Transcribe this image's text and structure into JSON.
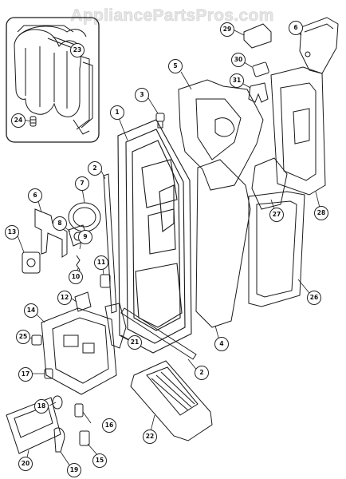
{
  "watermark": "AppliancePartsPros.com",
  "callouts": [
    {
      "id": "c1",
      "label": "1"
    },
    {
      "id": "c2a",
      "label": "2"
    },
    {
      "id": "c2b",
      "label": "2"
    },
    {
      "id": "c3",
      "label": "3"
    },
    {
      "id": "c4",
      "label": "4"
    },
    {
      "id": "c5",
      "label": "5"
    },
    {
      "id": "c6a",
      "label": "6"
    },
    {
      "id": "c6b",
      "label": "6"
    },
    {
      "id": "c7",
      "label": "7"
    },
    {
      "id": "c8",
      "label": "8"
    },
    {
      "id": "c9",
      "label": "9"
    },
    {
      "id": "c10",
      "label": "10"
    },
    {
      "id": "c11",
      "label": "11"
    },
    {
      "id": "c12",
      "label": "12"
    },
    {
      "id": "c13",
      "label": "13"
    },
    {
      "id": "c14",
      "label": "14"
    },
    {
      "id": "c15",
      "label": "15"
    },
    {
      "id": "c16",
      "label": "16"
    },
    {
      "id": "c17",
      "label": "17"
    },
    {
      "id": "c18",
      "label": "18"
    },
    {
      "id": "c19",
      "label": "19"
    },
    {
      "id": "c20",
      "label": "20"
    },
    {
      "id": "c21",
      "label": "21"
    },
    {
      "id": "c22",
      "label": "22"
    },
    {
      "id": "c23",
      "label": "23"
    },
    {
      "id": "c24",
      "label": "24"
    },
    {
      "id": "c25",
      "label": "25"
    },
    {
      "id": "c26",
      "label": "26"
    },
    {
      "id": "c27",
      "label": "27"
    },
    {
      "id": "c28",
      "label": "28"
    },
    {
      "id": "c29",
      "label": "29"
    },
    {
      "id": "c30",
      "label": "30"
    },
    {
      "id": "c31",
      "label": "31"
    }
  ]
}
